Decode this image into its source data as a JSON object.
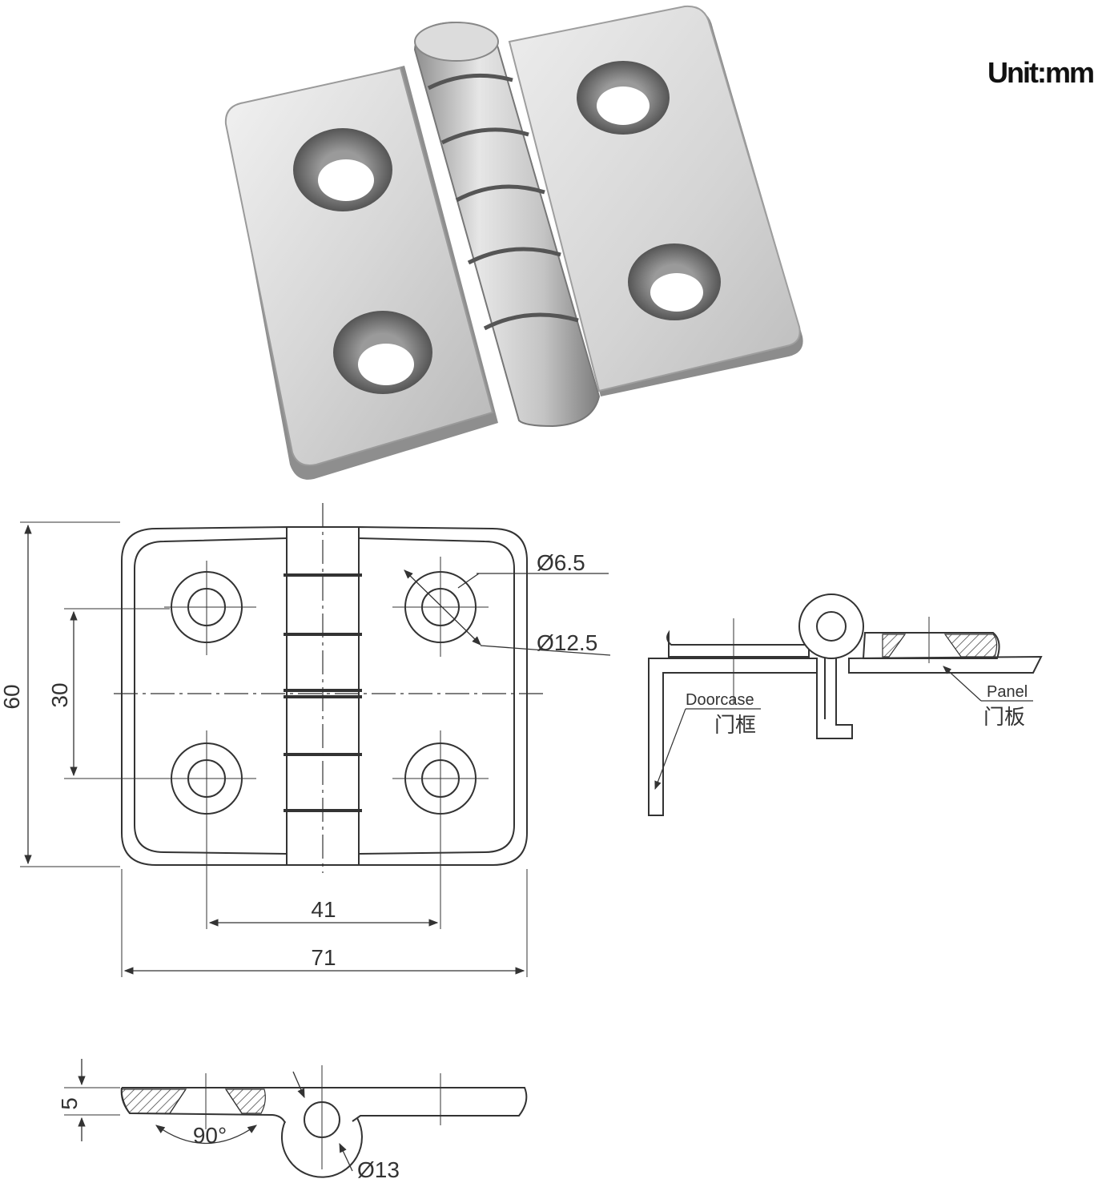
{
  "unit_label": "Unit:mm",
  "photo": {
    "icon": "stainless-hinge-photo"
  },
  "front_view": {
    "height_dim": "60",
    "hole_spacing_v": "30",
    "hole_spacing_h": "41",
    "width_dim": "71",
    "hole_small": "Ø6.5",
    "hole_large": "Ø12.5"
  },
  "side_view": {
    "thickness_dim": "5",
    "countersink_angle": "90°",
    "knuckle_dia": "Ø13"
  },
  "install_view": {
    "doorcase_en": "Doorcase",
    "doorcase_cn": "门框",
    "panel_en": "Panel",
    "panel_cn": "门板"
  }
}
